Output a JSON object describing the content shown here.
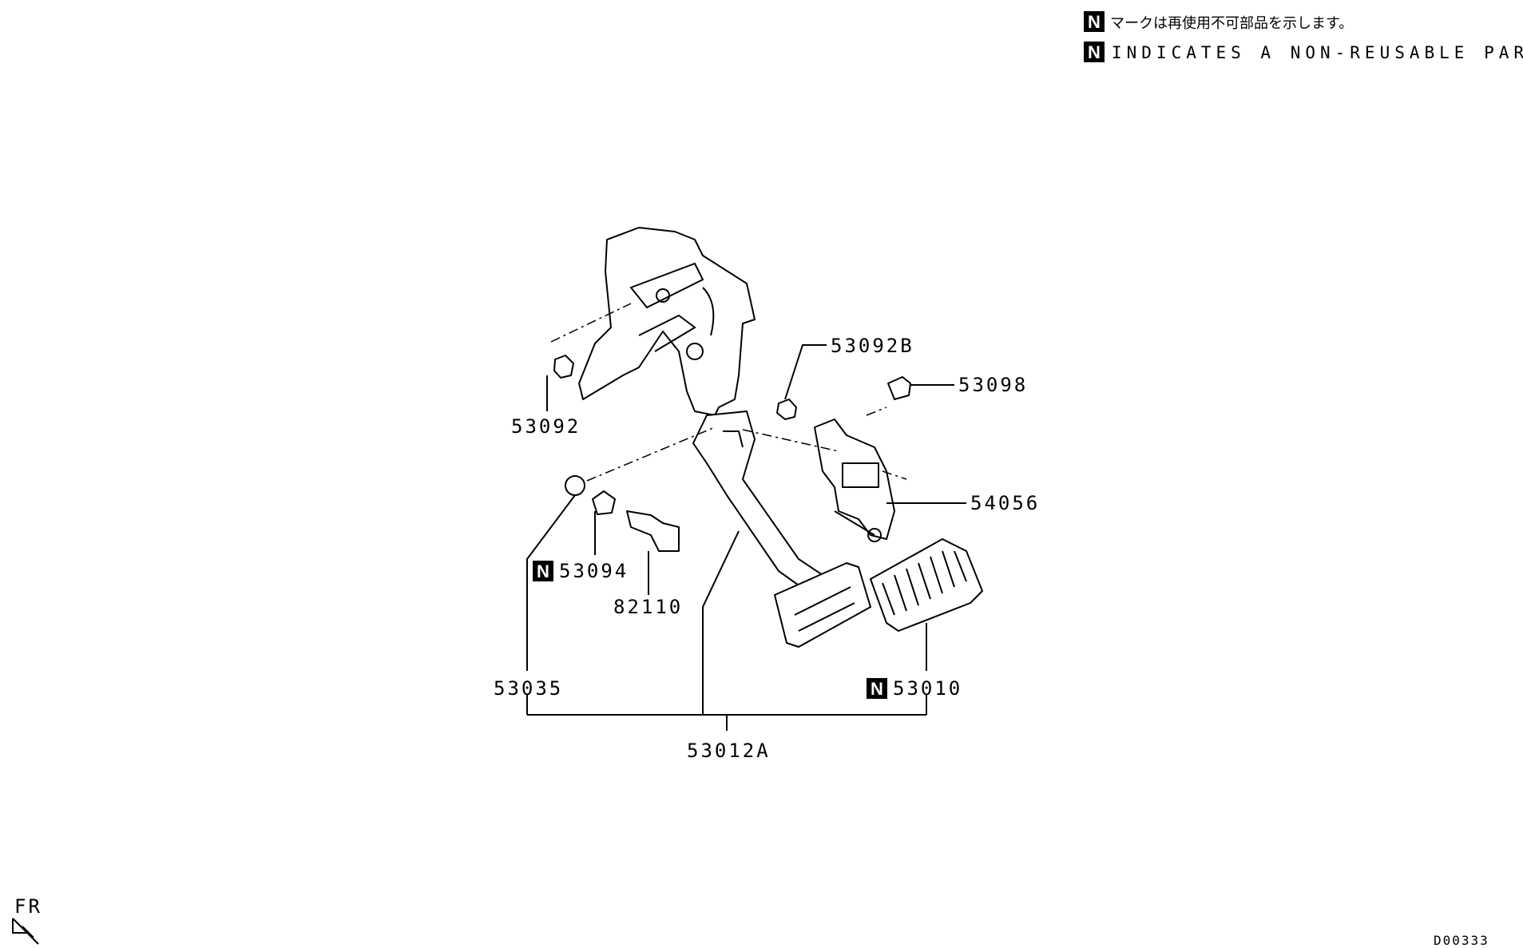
{
  "legend": {
    "badge": "N",
    "line_jp": "マークは再使用不可部品を示します。",
    "line_en": "INDICATES A NON-REUSABLE PART."
  },
  "parts": {
    "p53092B": "53092B",
    "p53098": "53098",
    "p53092": "53092",
    "p54056": "54056",
    "p53094": "53094",
    "p82110": "82110",
    "p53035": "53035",
    "p53010": "53010",
    "p53012A": "53012A"
  },
  "non_reusable_badge": "N",
  "orientation": {
    "label": "FR"
  },
  "diagram_id": "D00333"
}
